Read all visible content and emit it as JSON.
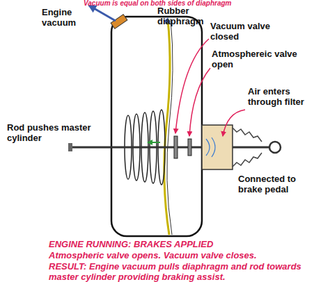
{
  "diagram": {
    "labels": [
      "Vacuum is equal on both sides of diaphragm",
      "Engine vacuum",
      "Rubber diaphragm",
      "Vacuum valve closed",
      "Atmosphereic valve open",
      "Air enters through filter",
      "Rod pushes master cylinder",
      "Connected to brake pedal",
      "ENGINE RUNNING: BRAKES APPLIED",
      "Atmospheric valve opens. Vacuum valve closes.",
      "RESULT: Engine vacuum pulls diaphragm and rod towards master cylinder providing braking assist."
    ]
  }
}
